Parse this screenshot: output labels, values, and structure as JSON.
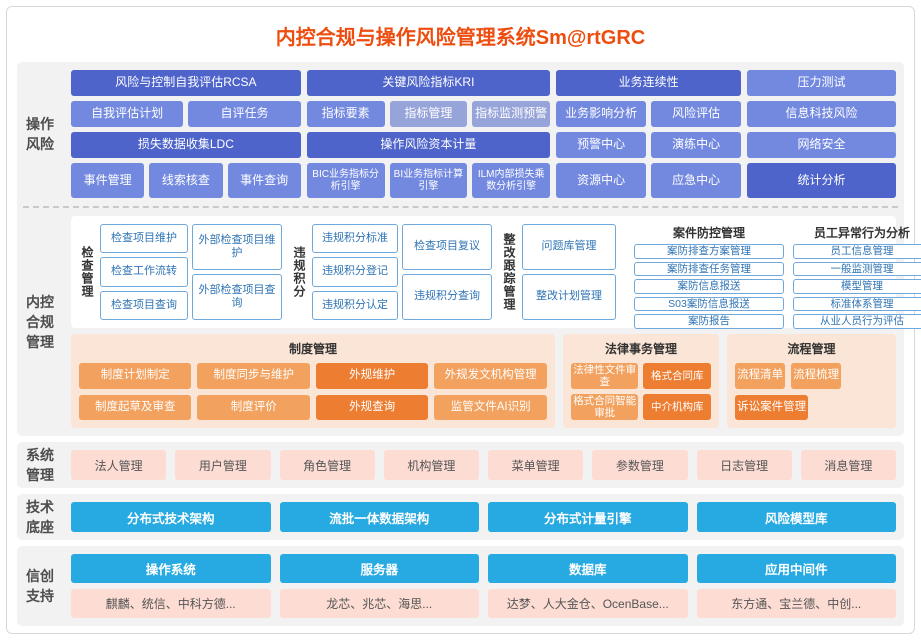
{
  "title": "内控合规与操作风险管理系统Sm@rtGRC",
  "colors": {
    "title_accent": "#ee4d10",
    "blue_dark": "#4e64cb",
    "blue": "#7389e0",
    "outline_blue": "#2f74b5",
    "orange_dark": "#ed7d31",
    "orange_light": "#f2a15e",
    "orange_bg": "#fbe5d6",
    "pink": "#fcdcd3",
    "cyan": "#27aae1"
  },
  "sections": {
    "op": {
      "label": "操作风险",
      "a": {
        "header": "风险与控制自我评估RCSA",
        "r2": [
          "自我评估计划",
          "自评任务"
        ],
        "r3": "损失数据收集LDC",
        "r4": [
          "事件管理",
          "线索核查",
          "事件查询"
        ]
      },
      "b": {
        "header": "关键风险指标KRI",
        "r2": [
          "指标要素",
          "指标管理",
          "指标监测预警"
        ],
        "r3": "操作风险资本计量",
        "r4": [
          "BIC业务指标分析引擎",
          "BI业务指标计算引擎",
          "ILM内部损失乘数分析引擎"
        ]
      },
      "c": {
        "header": "业务连续性",
        "r2": [
          "业务影响分析",
          "风险评估"
        ],
        "r3": [
          "预警中心",
          "演练中心"
        ],
        "r4": [
          "资源中心",
          "应急中心"
        ]
      },
      "d": {
        "items": [
          "压力测试",
          "信息科技风险",
          "网络安全",
          "统计分析"
        ]
      }
    },
    "compliance": {
      "label": "内控合规管理",
      "inspection": {
        "vlabel": "检查管理",
        "col1": [
          "检查项目维护",
          "检查工作流转",
          "检查项目查询"
        ],
        "col2": [
          "外部检查项目维护",
          "外部检查项目查询"
        ]
      },
      "violation": {
        "vlabel": "违规积分",
        "col1": [
          "违规积分标准",
          "违规积分登记",
          "违规积分认定"
        ],
        "col2": [
          "检查项目复议",
          "违规积分查询"
        ]
      },
      "rectify": {
        "vlabel": "整改跟踪管理",
        "col": [
          "问题库管理",
          "整改计划管理"
        ]
      },
      "case": {
        "title": "案件防控管理",
        "items": [
          "案防排查方案管理",
          "案防排查任务管理",
          "案防信息报送",
          "S03案防信息报送",
          "案防报告"
        ]
      },
      "behavior": {
        "title": "员工异常行为分析",
        "items": [
          "员工信息管理",
          "一般监测管理",
          "模型管理",
          "标准体系管理",
          "从业人员行为评估"
        ]
      },
      "policy": {
        "title": "制度管理",
        "row1": [
          "制度计划制定",
          "制度同步与维护",
          "外规维护",
          "外规发文机构管理"
        ],
        "row2": [
          "制度起草及审查",
          "制度评价",
          "外规查询",
          "监管文件AI识别"
        ]
      },
      "legal": {
        "title": "法律事务管理",
        "items": [
          "法律性文件审查",
          "格式合同库",
          "格式合同智能审批",
          "中介机构库"
        ]
      },
      "process": {
        "title": "流程管理",
        "row": [
          "流程清单",
          "流程梳理"
        ],
        "wide": "诉讼案件管理"
      }
    },
    "system": {
      "label": "系统管理",
      "items": [
        "法人管理",
        "用户管理",
        "角色管理",
        "机构管理",
        "菜单管理",
        "参数管理",
        "日志管理",
        "消息管理"
      ]
    },
    "tech": {
      "label": "技术底座",
      "items": [
        "分布式技术架构",
        "流批一体数据架构",
        "分布式计量引擎",
        "风险模型库"
      ]
    },
    "xinchuang": {
      "label": "信创支持",
      "columns": [
        {
          "header": "操作系统",
          "vendors": "麒麟、统信、中科方德..."
        },
        {
          "header": "服务器",
          "vendors": "龙芯、兆芯、海思..."
        },
        {
          "header": "数据库",
          "vendors": "达梦、人大金仓、OcenBase..."
        },
        {
          "header": "应用中间件",
          "vendors": "东方通、宝兰德、中创..."
        }
      ]
    }
  }
}
